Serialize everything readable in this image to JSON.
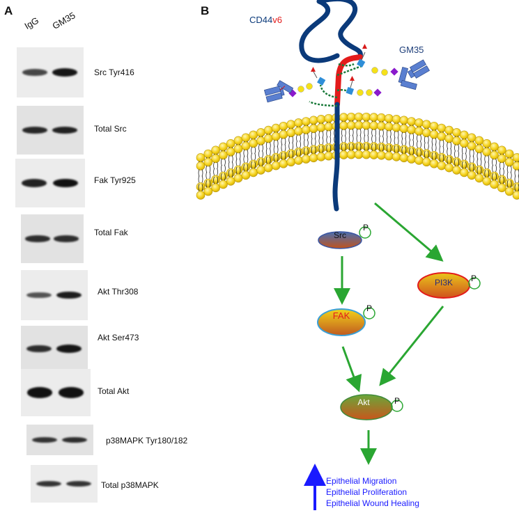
{
  "panel_a": {
    "letter": "A",
    "lanes": [
      "IgG",
      "GM35"
    ],
    "blots": [
      {
        "label": "Src Tyr416",
        "lane1": 0.55,
        "lane2": 0.95
      },
      {
        "label": "Total Src",
        "lane1": 0.8,
        "lane2": 0.85
      },
      {
        "label": "Fak Tyr925",
        "lane1": 0.85,
        "lane2": 1.0
      },
      {
        "label": "Total Fak",
        "lane1": 0.75,
        "lane2": 0.75
      },
      {
        "label": "Akt Thr308",
        "lane1": 0.45,
        "lane2": 0.9
      },
      {
        "label": "Akt Ser473",
        "lane1": 0.75,
        "lane2": 0.95
      },
      {
        "label": "Total Akt",
        "lane1": 1.0,
        "lane2": 1.0
      },
      {
        "label": "p38MAPK Tyr180/182",
        "lane1": 0.7,
        "lane2": 0.75
      },
      {
        "label": "Total p38MAPK",
        "lane1": 0.7,
        "lane2": 0.7
      }
    ]
  },
  "panel_b": {
    "letter": "B",
    "cd44_prefix": "CD44",
    "cd44_suffix": "v6",
    "antibody_label": "GM35",
    "nodes": {
      "src": "Src",
      "fak": "FAK",
      "pi3k": "PI3K",
      "akt": "Akt",
      "phospho": "P"
    },
    "outcomes": [
      "Epithelial Migration",
      "Epithelial Proliferation",
      "Epithelial Wound Healing"
    ],
    "colors": {
      "arrow_green": "#2aa632",
      "outcome_blue": "#1a1aff",
      "cd44_blue": "#0b3a7a",
      "v6_red": "#e31b1b",
      "lipid_yellow": "#f5d21a"
    }
  }
}
